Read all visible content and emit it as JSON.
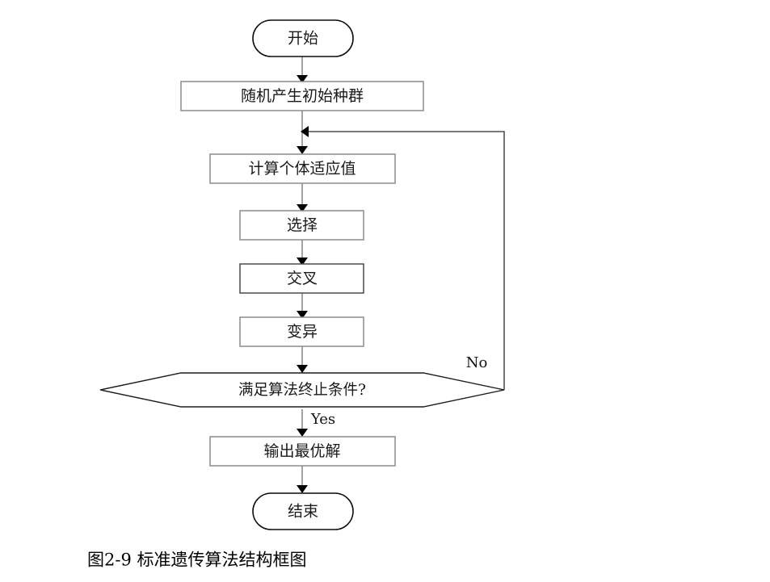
{
  "figure": {
    "caption": "图2-9  标准遗传算法结构框图",
    "background_color": "#ffffff",
    "line_color": "#8c8c8c",
    "text_color": "#1a1a1a"
  },
  "nodes": {
    "start": {
      "label": "开始",
      "shape": "terminator"
    },
    "init_population": {
      "label": "随机产生初始种群",
      "shape": "process"
    },
    "fitness": {
      "label": "计算个体适应值",
      "shape": "process"
    },
    "selection": {
      "label": "选择",
      "shape": "process"
    },
    "crossover": {
      "label": "交叉",
      "shape": "process"
    },
    "mutation": {
      "label": "变异",
      "shape": "process"
    },
    "decision": {
      "label": "满足算法终止条件?",
      "shape": "decision"
    },
    "output": {
      "label": "输出最优解",
      "shape": "process"
    },
    "end": {
      "label": "结束",
      "shape": "terminator"
    }
  },
  "edges": {
    "no_label": "No",
    "yes_label": "Yes"
  }
}
